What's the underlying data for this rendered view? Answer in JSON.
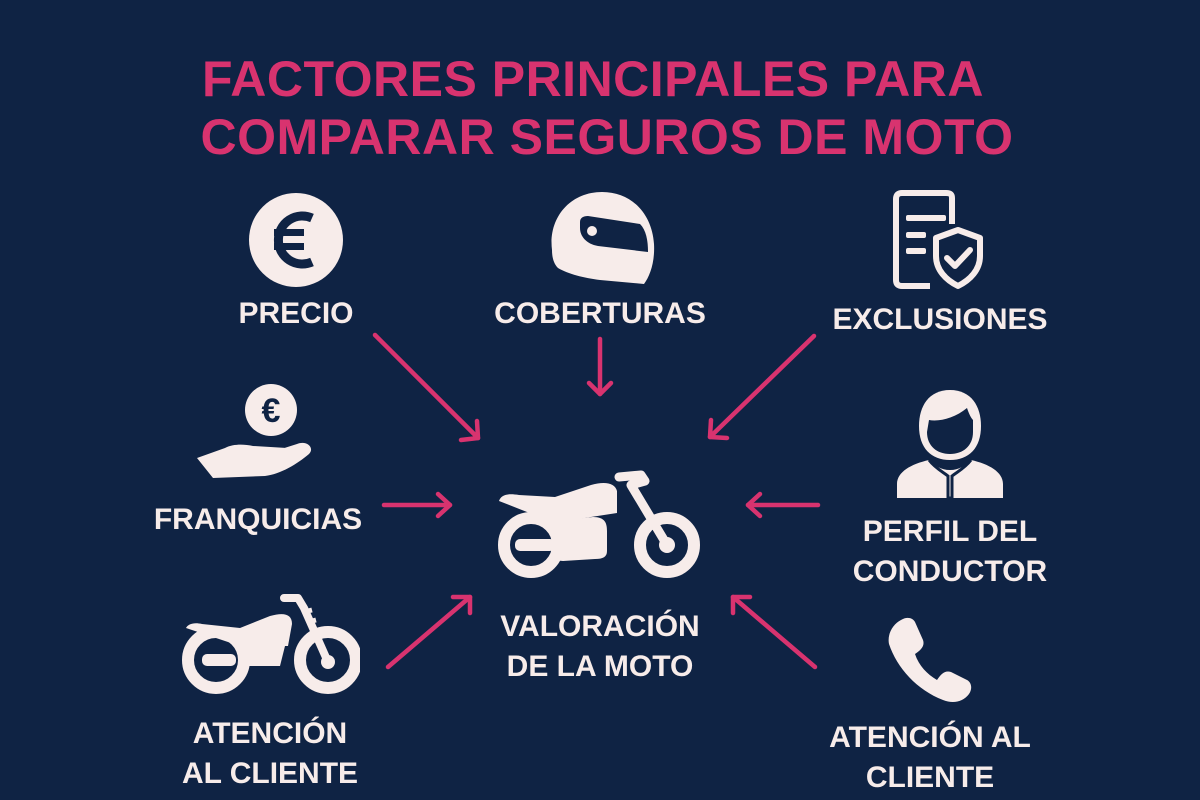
{
  "title": {
    "line1": "FACTORES PRINCIPALES PARA",
    "line2": "COMPARAR SEGUROS DE MOTO"
  },
  "colors": {
    "background": "#0f2344",
    "accent": "#d8336f",
    "foreground": "#f7ecea"
  },
  "center": {
    "icon": "motorcycle-icon",
    "line1": "VALORACIÓN",
    "line2": "DE LA MOTO"
  },
  "factors": [
    {
      "id": "precio",
      "icon": "euro-coin-icon",
      "line1": "PRECIO",
      "arrow": "down-right"
    },
    {
      "id": "coberturas",
      "icon": "helmet-icon",
      "line1": "COBERTURAS",
      "arrow": "down"
    },
    {
      "id": "exclusiones",
      "icon": "document-shield-icon",
      "line1": "EXCLUSIONES",
      "arrow": "down-left"
    },
    {
      "id": "franquicias",
      "icon": "hand-coin-icon",
      "line1": "FRANQUICIAS",
      "arrow": "right"
    },
    {
      "id": "perfil",
      "icon": "person-icon",
      "line1": "PERFIL DEL",
      "line2": "CONDUCTOR",
      "arrow": "left"
    },
    {
      "id": "atencion-left",
      "icon": "motorcycle-icon",
      "line1": "ATENCIÓN",
      "line2": "AL CLIENTE",
      "arrow": "up-right"
    },
    {
      "id": "atencion-right",
      "icon": "phone-icon",
      "line1": "ATENCIÓN AL",
      "line2": "CLIENTE",
      "arrow": "up-left"
    }
  ]
}
